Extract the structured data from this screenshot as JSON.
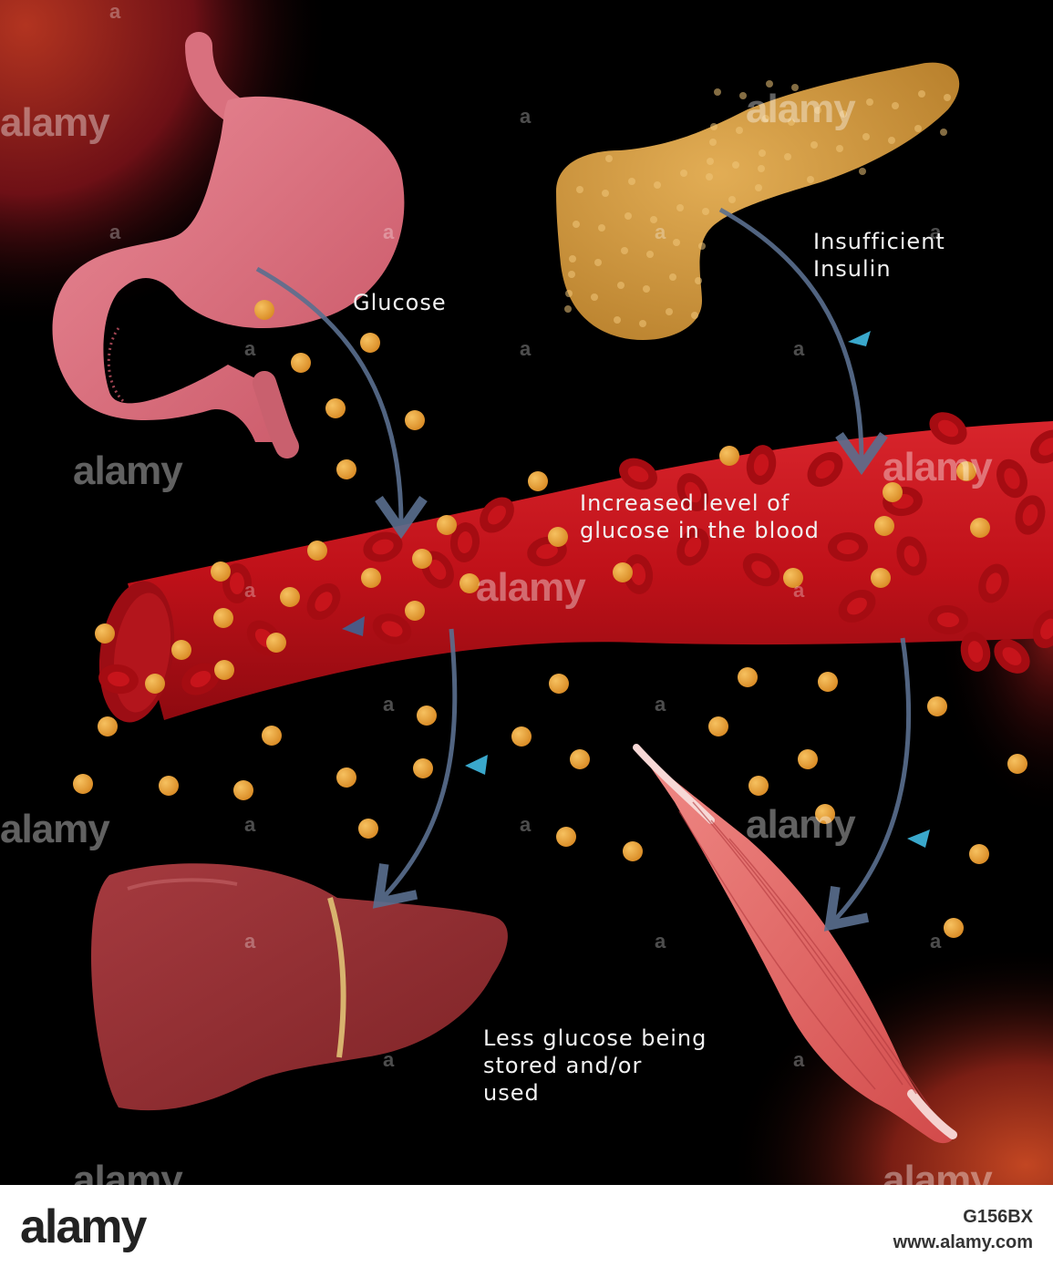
{
  "labels": {
    "glucose": "Glucose",
    "insulin": "Insufficient\nInsulin",
    "blood": "Increased level of\nglucose in the blood",
    "stored": "Less glucose being\nstored and/or\nused"
  },
  "watermark": {
    "word": "alamy",
    "letter": "a"
  },
  "footer": {
    "logo": "alamy",
    "image_code": "G156BX",
    "url": "www.alamy.com"
  },
  "colors": {
    "glucose_dot": "#e8a03a",
    "insulin_marker": "#3aa8cc",
    "vessel": "#c1121a",
    "arrow": "#5a6f8f"
  }
}
